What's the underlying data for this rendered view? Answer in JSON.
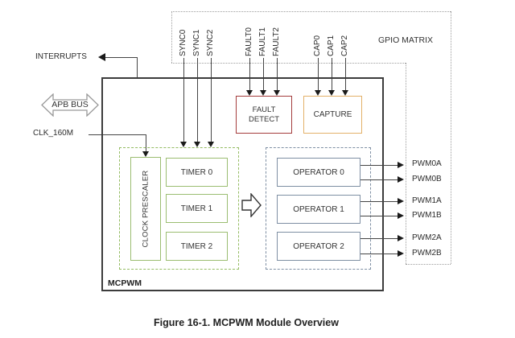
{
  "diagram": {
    "caption": "Figure 16-1. MCPWM Module Overview",
    "gpio_matrix_label": "GPIO MATRIX",
    "module_label": "MCPWM",
    "left": {
      "interrupts": "INTERRUPTS",
      "apb_bus": "APB BUS",
      "clk": "CLK_160M"
    },
    "pins": {
      "sync": [
        "SYNC0",
        "SYNC1",
        "SYNC2"
      ],
      "fault": [
        "FAULT0",
        "FAULT1",
        "FAULT2"
      ],
      "cap": [
        "CAP0",
        "CAP1",
        "CAP2"
      ]
    },
    "blocks": {
      "fault_detect": [
        "FAULT",
        "DETECT"
      ],
      "capture": "CAPTURE",
      "clock_prescaler": "CLOCK PRESCALER",
      "timers": [
        "TIMER 0",
        "TIMER 1",
        "TIMER 2"
      ],
      "operators": [
        "OPERATOR 0",
        "OPERATOR 1",
        "OPERATOR 2"
      ]
    },
    "outputs": [
      "PWM0A",
      "PWM0B",
      "PWM1A",
      "PWM1B",
      "PWM2A",
      "PWM2B"
    ],
    "colors": {
      "green": "#9bbd71",
      "red": "#a43d3d",
      "orange": "#e3b169",
      "slate_blue": "#7e8fa3",
      "line": "#444444",
      "dotted_gray": "#9e9e9e"
    }
  }
}
